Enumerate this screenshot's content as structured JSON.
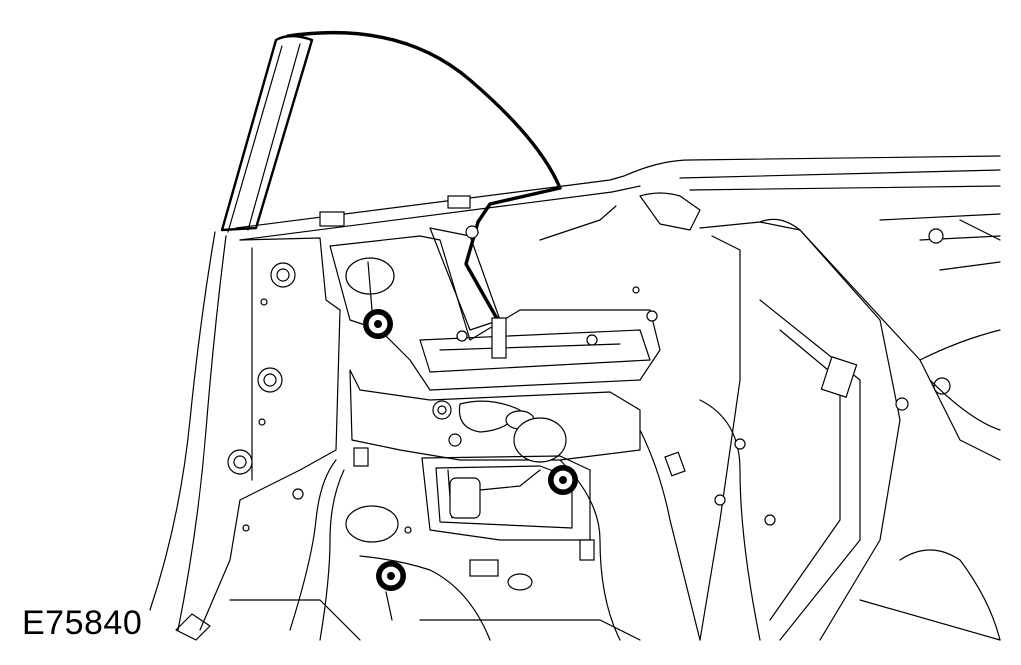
{
  "figure": {
    "id_label": "E75840"
  },
  "callouts": [
    {
      "name": "fastener-nut-upper-left"
    },
    {
      "name": "fastener-nut-lower-right"
    },
    {
      "name": "fastener-nut-bottom"
    }
  ],
  "colors": {
    "line": "#000000",
    "background": "#ffffff"
  }
}
